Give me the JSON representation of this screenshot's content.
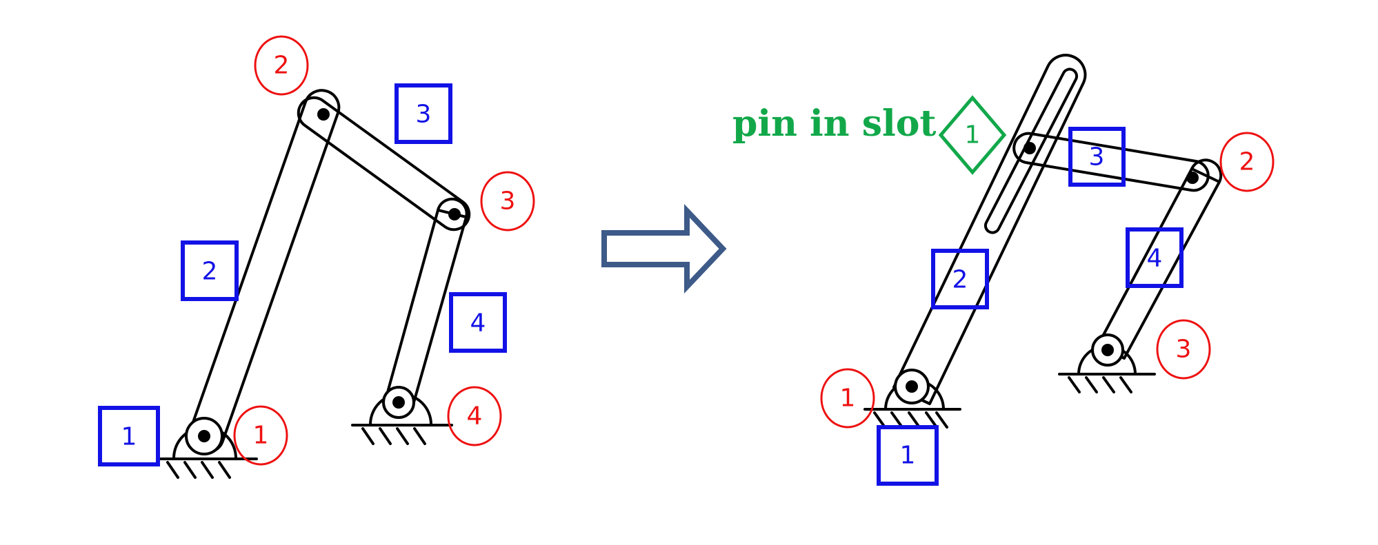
{
  "left_mechanism": {
    "joint_labels": [
      "2",
      "3",
      "1",
      "4"
    ],
    "link_labels": [
      "3",
      "2",
      "4",
      "1"
    ]
  },
  "right_mechanism": {
    "pin_in_slot_label": "pin in slot",
    "slot_joint_label": "1",
    "joint_labels": [
      "2",
      "3",
      "1"
    ],
    "link_labels": [
      "3",
      "4",
      "2",
      "1"
    ]
  },
  "colors": {
    "joint_label": "#ee1111",
    "link_label": "#1212e6",
    "slot_label": "#12a84a",
    "arrow": "#3d5a88"
  }
}
